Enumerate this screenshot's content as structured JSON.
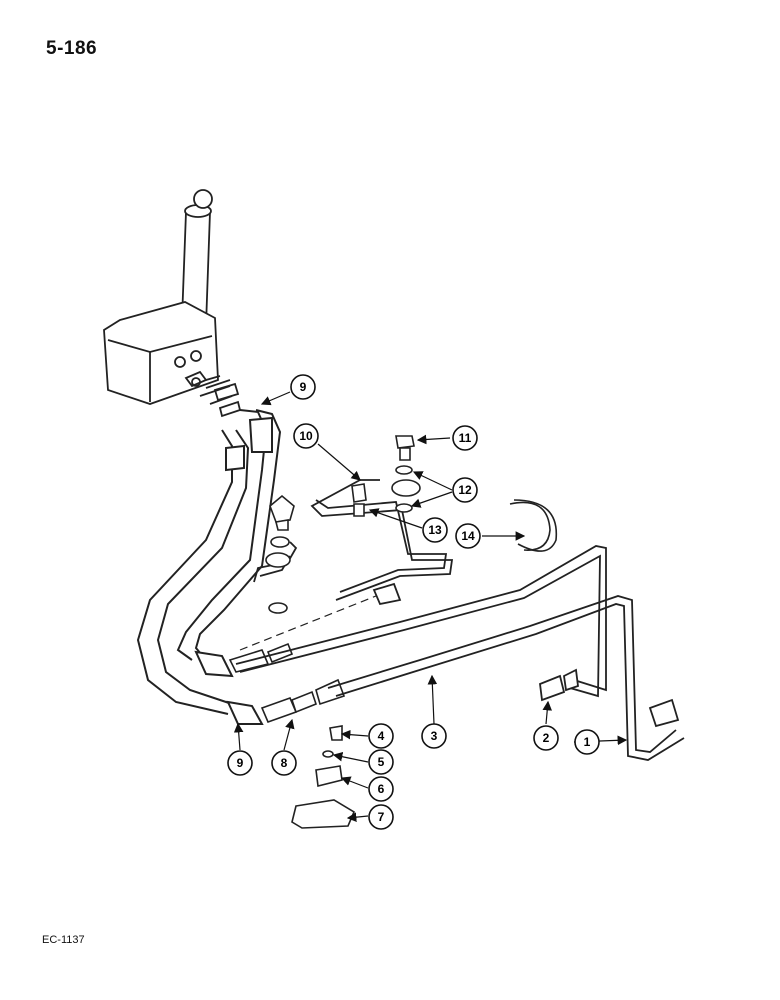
{
  "page_number": "5-186",
  "figure_code": "EC-1137",
  "callouts": [
    "1",
    "2",
    "3",
    "4",
    "5",
    "6",
    "7",
    "8",
    "9",
    "9",
    "10",
    "11",
    "12",
    "13",
    "14"
  ]
}
